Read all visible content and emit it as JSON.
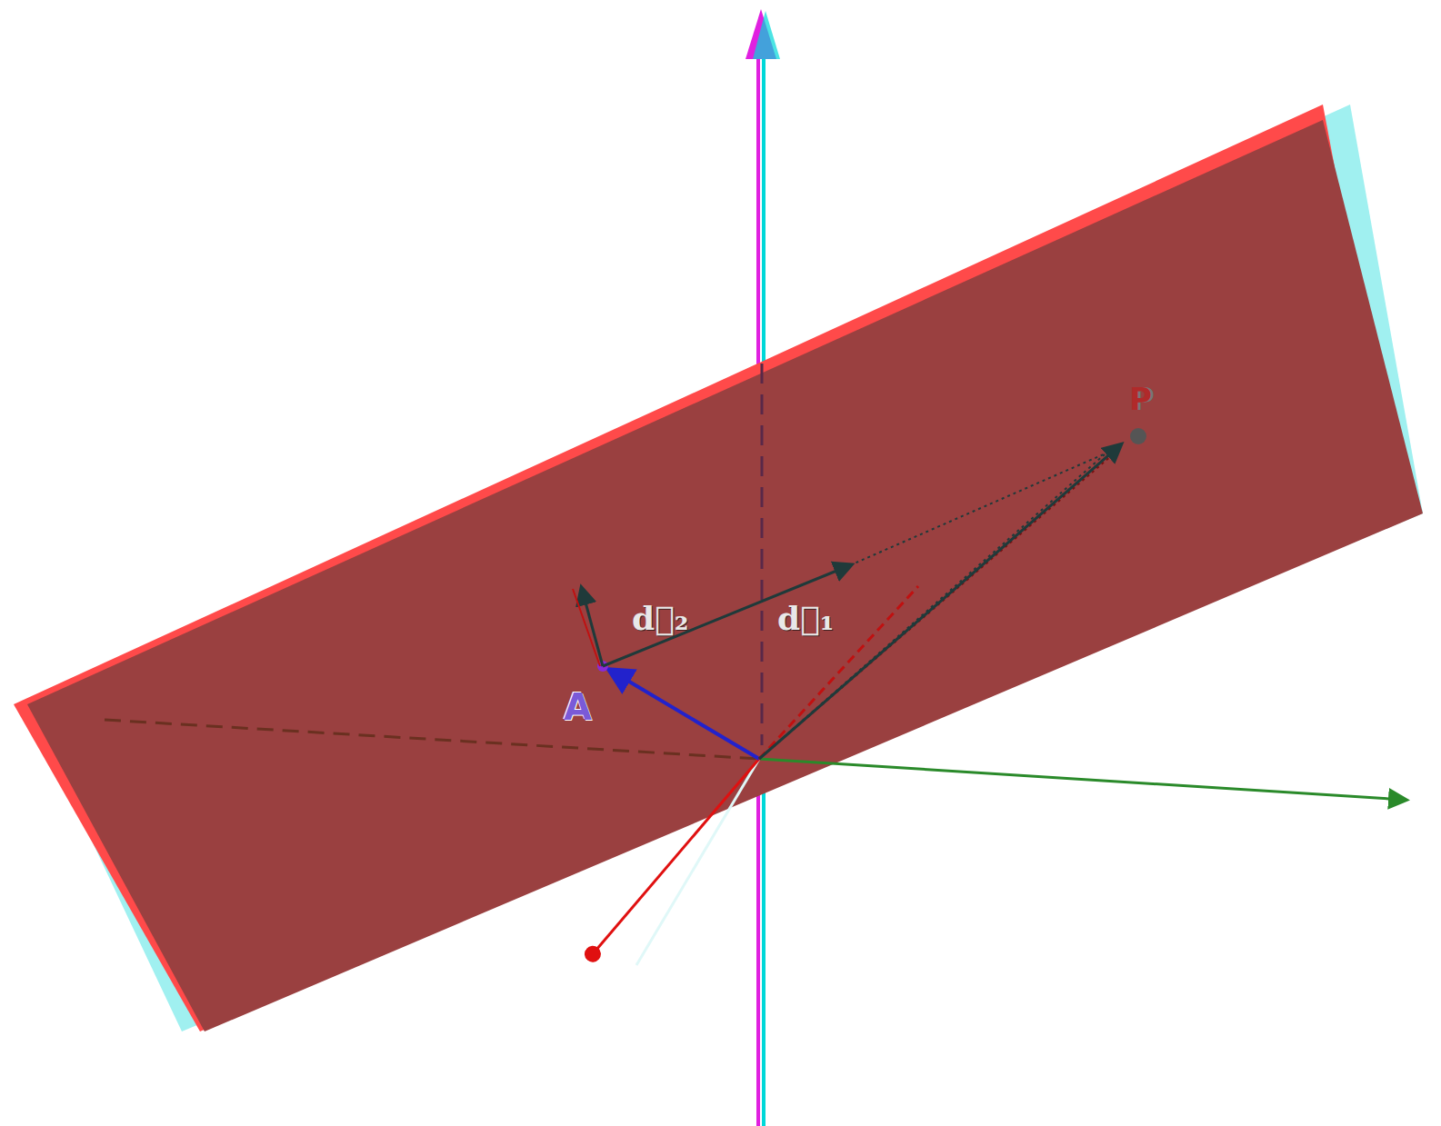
{
  "diagram": {
    "labels": [
      "A",
      "d⃗₂",
      "d⃗₁",
      "P"
    ]
  }
}
